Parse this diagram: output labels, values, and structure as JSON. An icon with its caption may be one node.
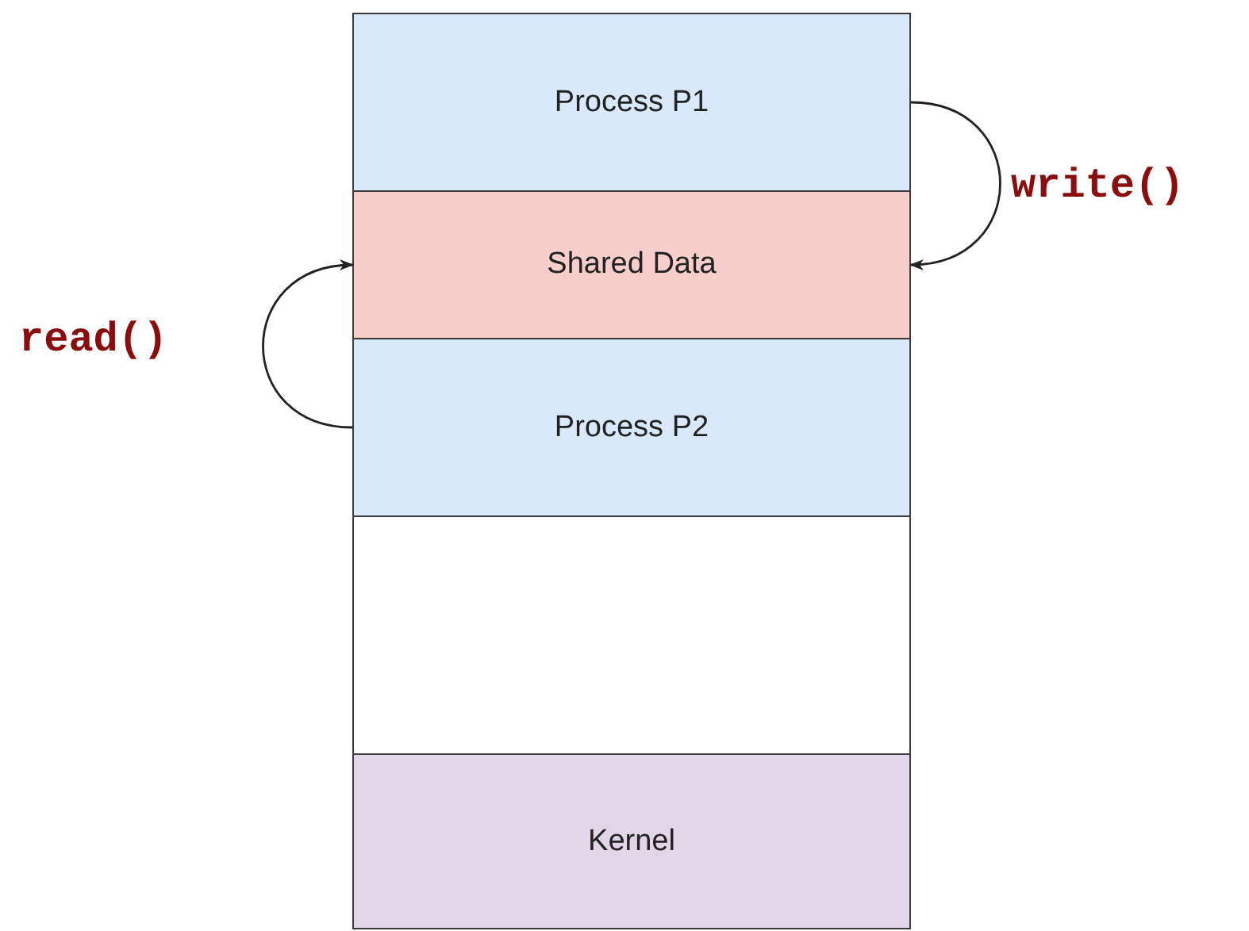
{
  "diagram": {
    "nodes": [
      {
        "text": [
          "Process P1"
        ]
      },
      {
        "text": [
          "Shared Data"
        ]
      },
      {
        "text": [
          "Process P2"
        ]
      },
      {
        "text": [],
        "shape": "box"
      },
      {
        "text": [
          "Kernel"
        ]
      }
    ],
    "edges": [
      {
        "from": 0,
        "to": 1,
        "arrow": "to",
        "label": "write()"
      },
      {
        "from": 2,
        "to": 1,
        "arrow": "to",
        "label": "read()"
      }
    ]
  }
}
